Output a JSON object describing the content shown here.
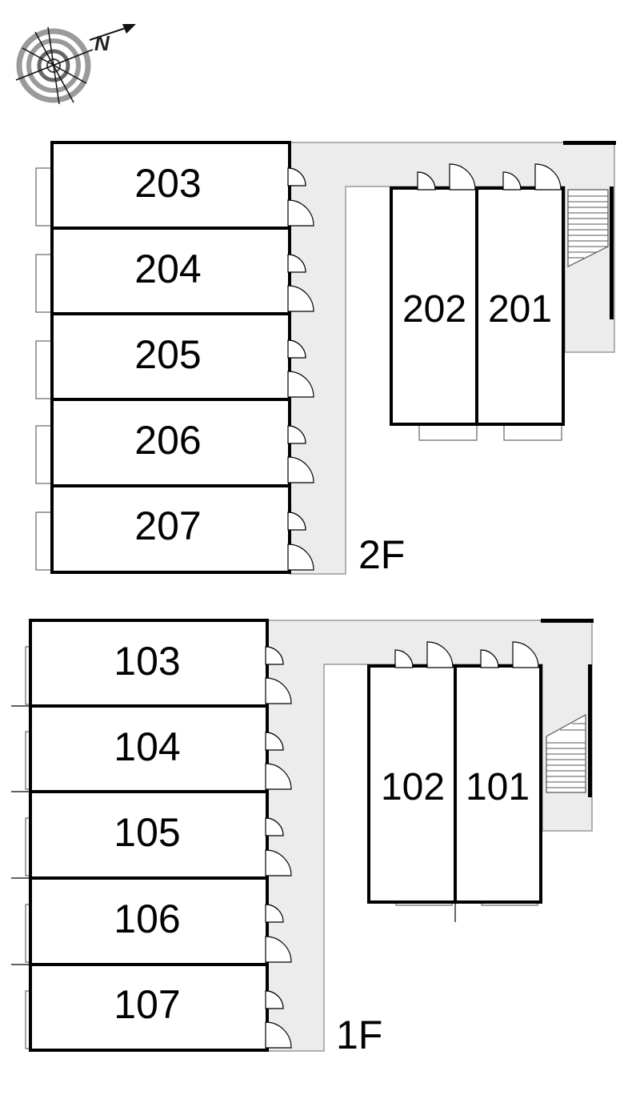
{
  "compass": {
    "letter": "N",
    "icon": "compass-rose-icon"
  },
  "floors": [
    {
      "id": "2f",
      "label": "2F",
      "left_units": [
        "203",
        "204",
        "205",
        "206",
        "207"
      ],
      "right_units": [
        "202",
        "201"
      ]
    },
    {
      "id": "1f",
      "label": "1F",
      "left_units": [
        "103",
        "104",
        "105",
        "106",
        "107"
      ],
      "right_units": [
        "102",
        "101"
      ]
    }
  ],
  "colors": {
    "walls": "#000000",
    "corridor": "#ececec",
    "background": "#ffffff"
  }
}
